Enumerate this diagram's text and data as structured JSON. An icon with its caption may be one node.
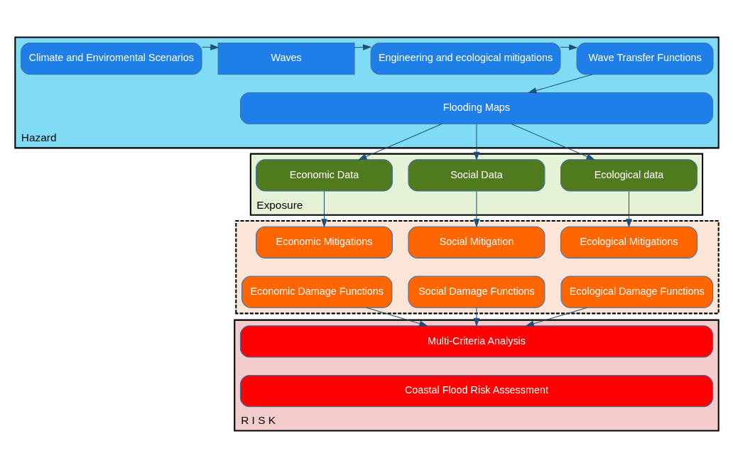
{
  "diagram": {
    "nodes": [
      {
        "text": [
          "Hazard"
        ]
      },
      {
        "text": [
          "Climate and Enviromental Scenarios"
        ],
        "in": 0
      },
      {
        "text": [
          "Waves"
        ],
        "in": 0
      },
      {
        "text": [
          "Engineering and ecological mitigations"
        ],
        "in": 0
      },
      {
        "text": [
          "Wave Transfer Functions"
        ],
        "in": 0
      },
      {
        "text": [
          "Flooding Maps"
        ],
        "in": 0
      },
      {
        "text": [
          "Exposure"
        ]
      },
      {
        "text": [
          "Economic Data"
        ],
        "in": 6
      },
      {
        "text": [
          "Social Data"
        ],
        "in": 6
      },
      {
        "text": [
          "Ecological data"
        ],
        "in": 6
      },
      {
        "text": [],
        "shape": "box"
      },
      {
        "text": [
          "Economic Mitigations"
        ],
        "in": 10
      },
      {
        "text": [
          "Social Mitigation"
        ],
        "in": 10
      },
      {
        "text": [
          "Ecological Mitigations"
        ],
        "in": 10
      },
      {
        "text": [
          "Economic Damage Functions"
        ],
        "in": 10
      },
      {
        "text": [
          "Social Damage Functions"
        ],
        "in": 10
      },
      {
        "text": [
          "Ecological Damage Functions"
        ],
        "in": 10
      },
      {
        "text": [
          "R I S K"
        ]
      },
      {
        "text": [
          "Multi-Criteria Analysis"
        ],
        "in": 17
      },
      {
        "text": [
          "Coastal Flood Risk Assessment"
        ],
        "in": 17
      }
    ],
    "edges": [
      {
        "from": 1,
        "to": 2,
        "arrow": "to"
      },
      {
        "from": 2,
        "to": 3,
        "arrow": "to"
      },
      {
        "from": 3,
        "to": 4,
        "arrow": "to"
      },
      {
        "from": 4,
        "to": 5,
        "arrow": "to"
      },
      {
        "from": 5,
        "to": 7,
        "arrow": "to"
      },
      {
        "from": 5,
        "to": 8,
        "arrow": "to"
      },
      {
        "from": 5,
        "to": 9,
        "arrow": "to"
      },
      {
        "from": 7,
        "to": 11,
        "arrow": "to"
      },
      {
        "from": 8,
        "to": 12,
        "arrow": "to"
      },
      {
        "from": 9,
        "to": 13,
        "arrow": "to"
      },
      {
        "from": 14,
        "to": 18,
        "arrow": "to"
      },
      {
        "from": 15,
        "to": 18,
        "arrow": "to"
      },
      {
        "from": 16,
        "to": 18,
        "arrow": "to"
      }
    ]
  }
}
